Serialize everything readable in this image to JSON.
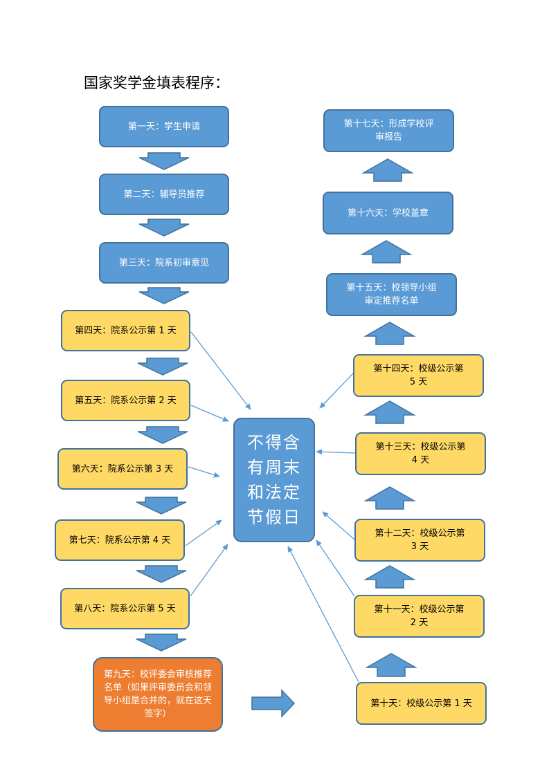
{
  "title": "国家奖学金填表程序：",
  "center_note": "不得含有周末和法定节假日",
  "steps": [
    {
      "label": "第一天：学生申请",
      "color": "blue"
    },
    {
      "label": "第二天：辅导员推荐",
      "color": "blue"
    },
    {
      "label": "第三天：院系初审意见",
      "color": "blue"
    },
    {
      "label": "第四天：院系公示第 1 天",
      "color": "yellow"
    },
    {
      "label": "第五天：院系公示第 2 天",
      "color": "yellow"
    },
    {
      "label": "第六天：院系公示第 3 天",
      "color": "yellow"
    },
    {
      "label": "第七天：院系公示第 4 天",
      "color": "yellow"
    },
    {
      "label": "第八天：院系公示第 5 天",
      "color": "yellow"
    },
    {
      "label": "第九天：校评委会审核推荐名单（如果评审委员会和领导小组是合并的，就在这天签字）",
      "color": "orange"
    },
    {
      "label": "第十天：校级公示第 1 天",
      "color": "yellow"
    },
    {
      "label": "第十一天：校级公示第 2 天",
      "color": "yellow"
    },
    {
      "label": "第十二天：校级公示第 3 天",
      "color": "yellow"
    },
    {
      "label": "第十三天：校级公示第 4 天",
      "color": "yellow"
    },
    {
      "label": "第十四天：校级公示第 5 天",
      "color": "yellow"
    },
    {
      "label": "第十五天：校领导小组审定推荐名单",
      "color": "blue"
    },
    {
      "label": "第十六天：学校盖章",
      "color": "blue"
    },
    {
      "label": "第十七天：形成学校评审报告",
      "color": "blue"
    }
  ],
  "colors": {
    "blue": "#5b9bd5",
    "yellow": "#ffd966",
    "orange": "#ed7d31",
    "outline": "#41719c"
  }
}
